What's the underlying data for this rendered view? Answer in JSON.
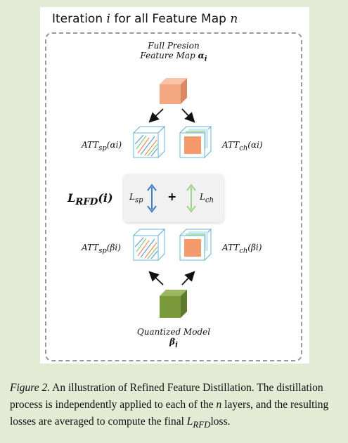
{
  "title": {
    "prefix": "Iteration",
    "var_i": "i",
    "middle": "for all Feature Map",
    "var_n": "n"
  },
  "full_precision": {
    "line1": "Full Presion",
    "line2": "Feature Map",
    "symbol": "α",
    "sub": "i"
  },
  "att_sp_alpha": {
    "main": "ATT",
    "sub": "sp",
    "arg": "(αi)"
  },
  "att_ch_alpha": {
    "main": "ATT",
    "sub": "ch",
    "arg": "(αi)"
  },
  "att_sp_beta": {
    "main": "ATT",
    "sub": "sp",
    "arg": "(βi)"
  },
  "att_ch_beta": {
    "main": "ATT",
    "sub": "ch",
    "arg": "(βi)"
  },
  "loss_rfd": {
    "main": "L",
    "sub": "RFD",
    "arg": "(i)"
  },
  "loss_sp": {
    "main": "L",
    "sub": "sp"
  },
  "loss_ch": {
    "main": "L",
    "sub": "ch"
  },
  "plus": "+",
  "quantized": {
    "line1": "Quantized Model",
    "symbol": "β",
    "sub": "i"
  },
  "caption": {
    "figure_label": "Figure 2.",
    "text1": "An illustration of Refined Feature Distillation. The distillation process is independently applied to each of the",
    "var_n": "n",
    "text2": "layers, and the resulting losses are averaged to compute the final",
    "loss_main": "L",
    "loss_sub": "RFD",
    "text3": "loss."
  },
  "colors": {
    "background": "#e3ebd5",
    "fp_cube": "#f4a882",
    "q_cube": "#7a9a3c",
    "arrow_sp": "#3b7fc8",
    "arrow_ch": "#9ed18a",
    "channel_orange": "#f59a6c"
  }
}
